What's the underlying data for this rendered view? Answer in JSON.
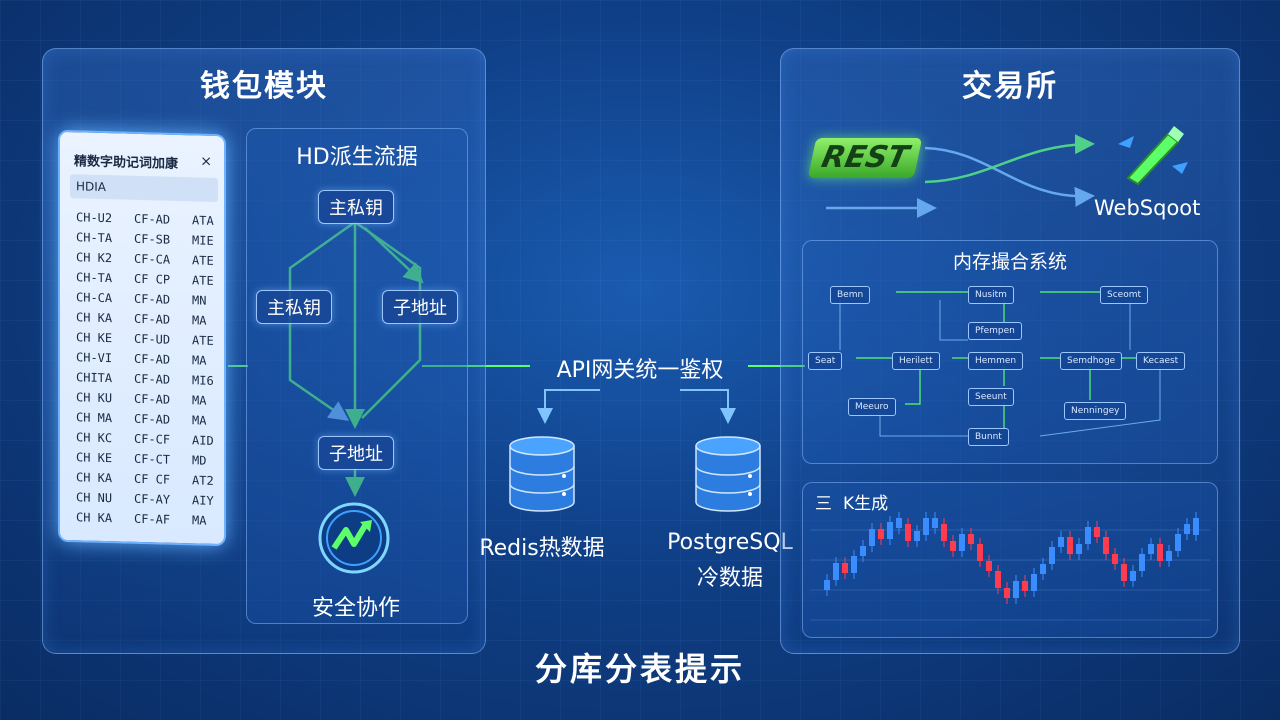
{
  "wallet": {
    "title": "钱包模块",
    "mnemonic_title": "精数字助记词加康",
    "mnemonic_close": "×",
    "mnemonic_header": "HDIA",
    "mnemonic_rows": [
      [
        "CH-U2",
        "CF-AD",
        "ATA"
      ],
      [
        "CH-TA",
        "CF-SB",
        "MIE"
      ],
      [
        "CH K2",
        "CF-CA",
        "ATE"
      ],
      [
        "CH-TA",
        "CF CP",
        "ATE"
      ],
      [
        "CH-CA",
        "CF-AD",
        "MN"
      ],
      [
        "CH KA",
        "CF-AD",
        "MA"
      ],
      [
        "CH KE",
        "CF-UD",
        "ATE"
      ],
      [
        "CH-VI",
        "CF-AD",
        "MA"
      ],
      [
        "CHITA",
        "CF-AD",
        "MI6"
      ],
      [
        "CH KU",
        "CF-AD",
        "MA"
      ],
      [
        "CH MA",
        "CF-AD",
        "MA"
      ],
      [
        "CH KC",
        "CF-CF",
        "AID"
      ],
      [
        "CH KE",
        "CF-CT",
        "MD"
      ],
      [
        "CH KA",
        "CF CF",
        "AT2"
      ],
      [
        "CH NU",
        "CF-AY",
        "AIY"
      ],
      [
        "CH KA",
        "CF-AF",
        "MA"
      ]
    ],
    "hd_title": "HD派生流据",
    "node_master": "主私钥",
    "node_left": "主私钥",
    "node_right": "子地址",
    "node_bottom": "子地址",
    "secure_label": "安全协作"
  },
  "gateway": {
    "label": "API网关统一鉴权",
    "redis_label": "Redis热数据",
    "pg_label_1": "PostgreSQL",
    "pg_label_2": "冷数据"
  },
  "exchange": {
    "title": "交易所",
    "rest_label": "REST",
    "ws_label": "WebSqoot",
    "engine_title": "内存撮合系统",
    "engine_nodes": [
      "Bemn",
      "Nusitm",
      "Sceomt",
      "Pfempen",
      "Seat",
      "Herilett",
      "Hemmen",
      "Semdhoge",
      "Kecaest",
      "Meeuro",
      "Seeunt",
      "Nenningey",
      "Bunnt"
    ],
    "kline_icon": "三",
    "kline_title": "K生成"
  },
  "footer": {
    "title": "分库分表提示"
  },
  "colors": {
    "accent_green": "#5cff6a",
    "accent_blue": "#7fc4ff",
    "up_candle": "#3b8cff",
    "down_candle": "#ff3b4f"
  }
}
